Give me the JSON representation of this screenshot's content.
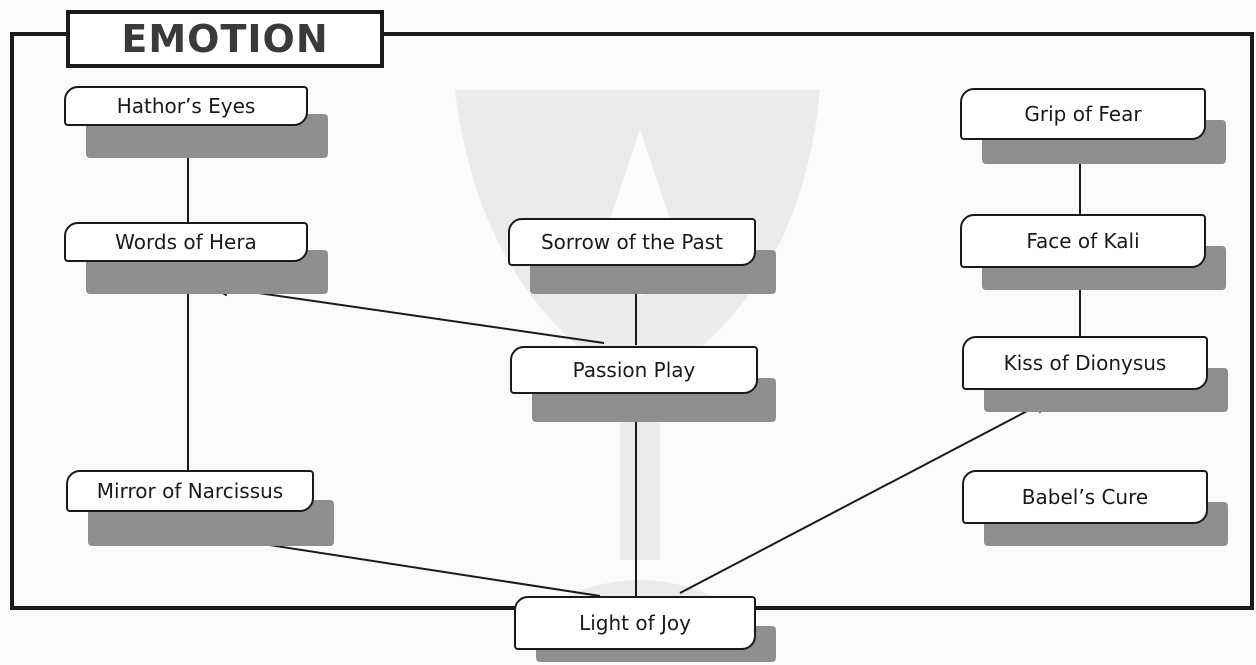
{
  "title": "EMOTION",
  "colors": {
    "frame": "#1a1a1a",
    "shadow": "#8e8e8e",
    "background_watermark": "#d2d2d2"
  },
  "nodes": {
    "hathors_eyes": "Hathor’s Eyes",
    "words_of_hera": "Words of Hera",
    "mirror_of_narcissus": "Mirror of Narcissus",
    "sorrow_of_the_past": "Sorrow of the Past",
    "passion_play": "Passion Play",
    "light_of_joy": "Light of Joy",
    "grip_of_fear": "Grip of Fear",
    "face_of_kali": "Face of Kali",
    "kiss_of_dionysus": "Kiss of Dionysus",
    "babels_cure": "Babel’s Cure"
  },
  "edges": [
    {
      "from": "Words of Hera",
      "to": "Hathor’s Eyes"
    },
    {
      "from": "Mirror of Narcissus",
      "to": "Words of Hera"
    },
    {
      "from": "Passion Play",
      "to": "Words of Hera"
    },
    {
      "from": "Passion Play",
      "to": "Sorrow of the Past"
    },
    {
      "from": "Light of Joy",
      "to": "Passion Play"
    },
    {
      "from": "Light of Joy",
      "to": "Mirror of Narcissus"
    },
    {
      "from": "Light of Joy",
      "to": "Kiss of Dionysus"
    },
    {
      "from": "Kiss of Dionysus",
      "to": "Face of Kali"
    },
    {
      "from": "Face of Kali",
      "to": "Grip of Fear"
    }
  ]
}
